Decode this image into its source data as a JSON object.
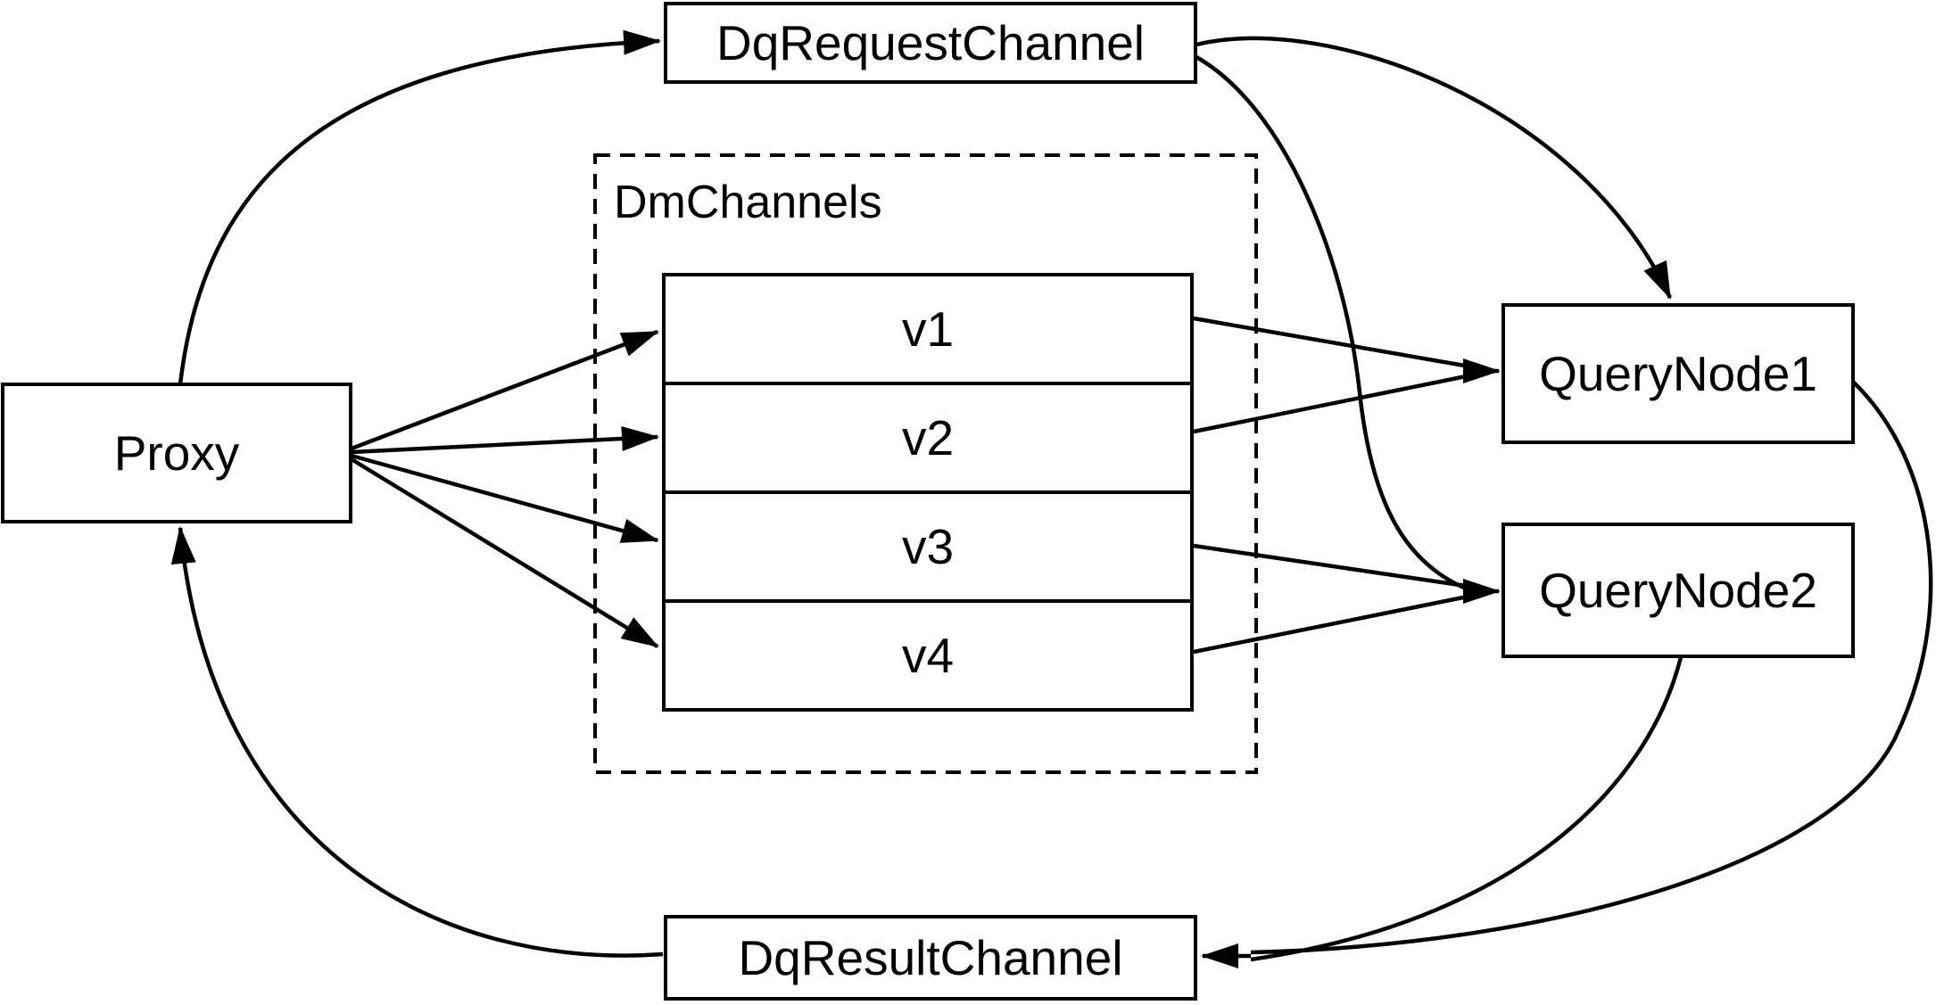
{
  "diagram": {
    "colors": {
      "background": "#ffffff",
      "line": "#000000",
      "box_fill": "#ffffff",
      "text": "#000000"
    },
    "nodes": {
      "proxy": {
        "label": "Proxy"
      },
      "dqRequestChannel": {
        "label": "DqRequestChannel"
      },
      "dmChannels": {
        "label": "DmChannels",
        "channels": [
          {
            "label": "v1"
          },
          {
            "label": "v2"
          },
          {
            "label": "v3"
          },
          {
            "label": "v4"
          }
        ]
      },
      "queryNode1": {
        "label": "QueryNode1"
      },
      "queryNode2": {
        "label": "QueryNode2"
      },
      "dqResultChannel": {
        "label": "DqResultChannel"
      }
    },
    "edges": [
      {
        "from": "Proxy",
        "to": "DqRequestChannel"
      },
      {
        "from": "Proxy",
        "to": "v1"
      },
      {
        "from": "Proxy",
        "to": "v2"
      },
      {
        "from": "Proxy",
        "to": "v3"
      },
      {
        "from": "Proxy",
        "to": "v4"
      },
      {
        "from": "v1",
        "to": "QueryNode1"
      },
      {
        "from": "v2",
        "to": "QueryNode1"
      },
      {
        "from": "v3",
        "to": "QueryNode2"
      },
      {
        "from": "v4",
        "to": "QueryNode2"
      },
      {
        "from": "DqRequestChannel",
        "to": "QueryNode1"
      },
      {
        "from": "DqRequestChannel",
        "to": "QueryNode2"
      },
      {
        "from": "QueryNode1",
        "to": "DqResultChannel"
      },
      {
        "from": "QueryNode2",
        "to": "DqResultChannel"
      },
      {
        "from": "DqResultChannel",
        "to": "Proxy"
      }
    ]
  }
}
